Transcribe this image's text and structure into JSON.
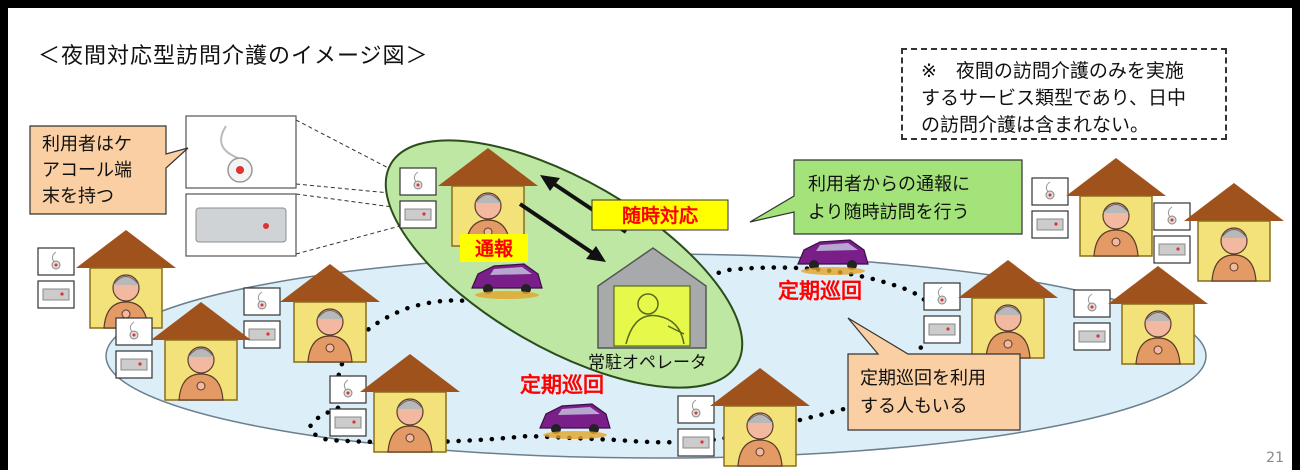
{
  "title": "＜夜間対応型訪問介護のイメージ図＞",
  "note": {
    "lines": [
      "※　夜間の訪問介護のみを実施",
      "するサービス類型であり、日中",
      "の訪問介護は含まれない。"
    ]
  },
  "callouts": {
    "terminal": [
      "利用者はケ",
      "アコール端",
      "末を持つ"
    ],
    "visit": [
      "利用者からの通報に",
      "より随時訪問を行う"
    ],
    "patrol_use": [
      "定期巡回を利用",
      "する人もいる"
    ]
  },
  "labels": {
    "zuiji": "随時対応",
    "tsuho": "通報",
    "patrol_1": "定期巡回",
    "patrol_2": "定期巡回",
    "operator": "常駐オペレータ"
  },
  "page_number": "21",
  "colors": {
    "callout_fill": "#f9cfa3",
    "green_ellipse": "#bde7a3",
    "blue_ellipse": "#dceef7",
    "roof": "#a0521d",
    "house_wall": "#f3e17a",
    "yellow_label": "#ffff00",
    "red_text": "#ff0000",
    "car": "#7a1f8a"
  }
}
